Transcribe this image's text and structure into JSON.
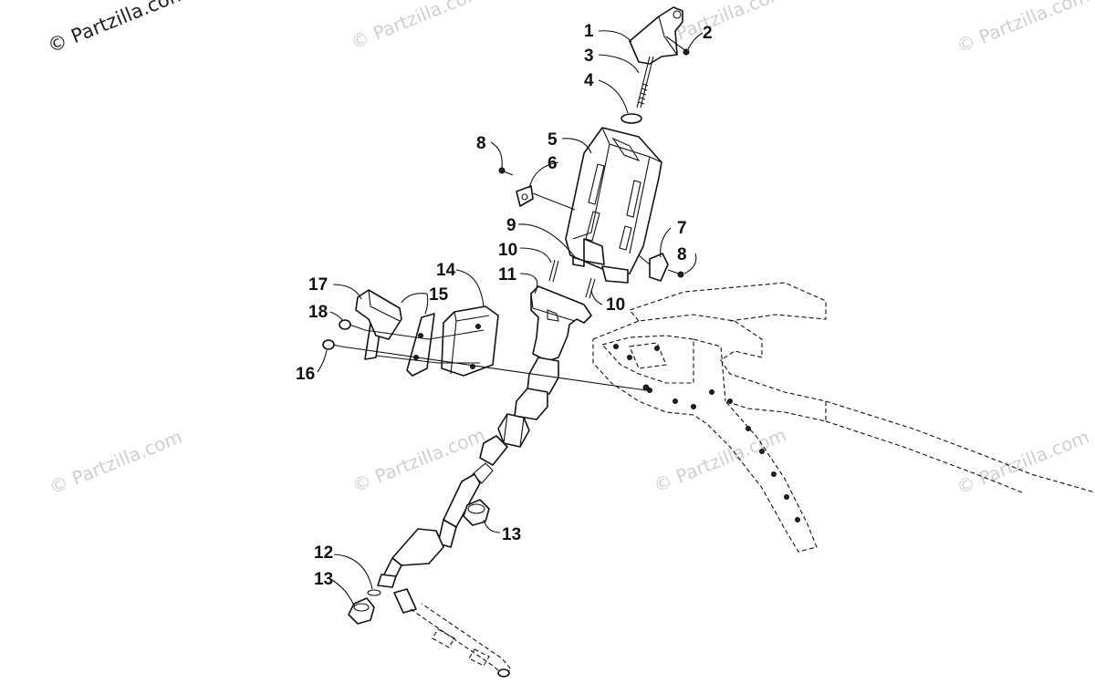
{
  "watermarks": [
    "© Partzilla.com",
    "© Partzilla.com",
    "© Partzilla.com",
    "© Partzilla.com",
    "© Partzilla.com",
    "© Partzilla.com",
    "© Partzilla.com",
    "© Partzilla.com"
  ],
  "callouts": [
    "1",
    "2",
    "3",
    "4",
    "5",
    "6",
    "7",
    "8",
    "8",
    "9",
    "10",
    "10",
    "11",
    "12",
    "13",
    "13",
    "14",
    "15",
    "16",
    "17",
    "18"
  ]
}
